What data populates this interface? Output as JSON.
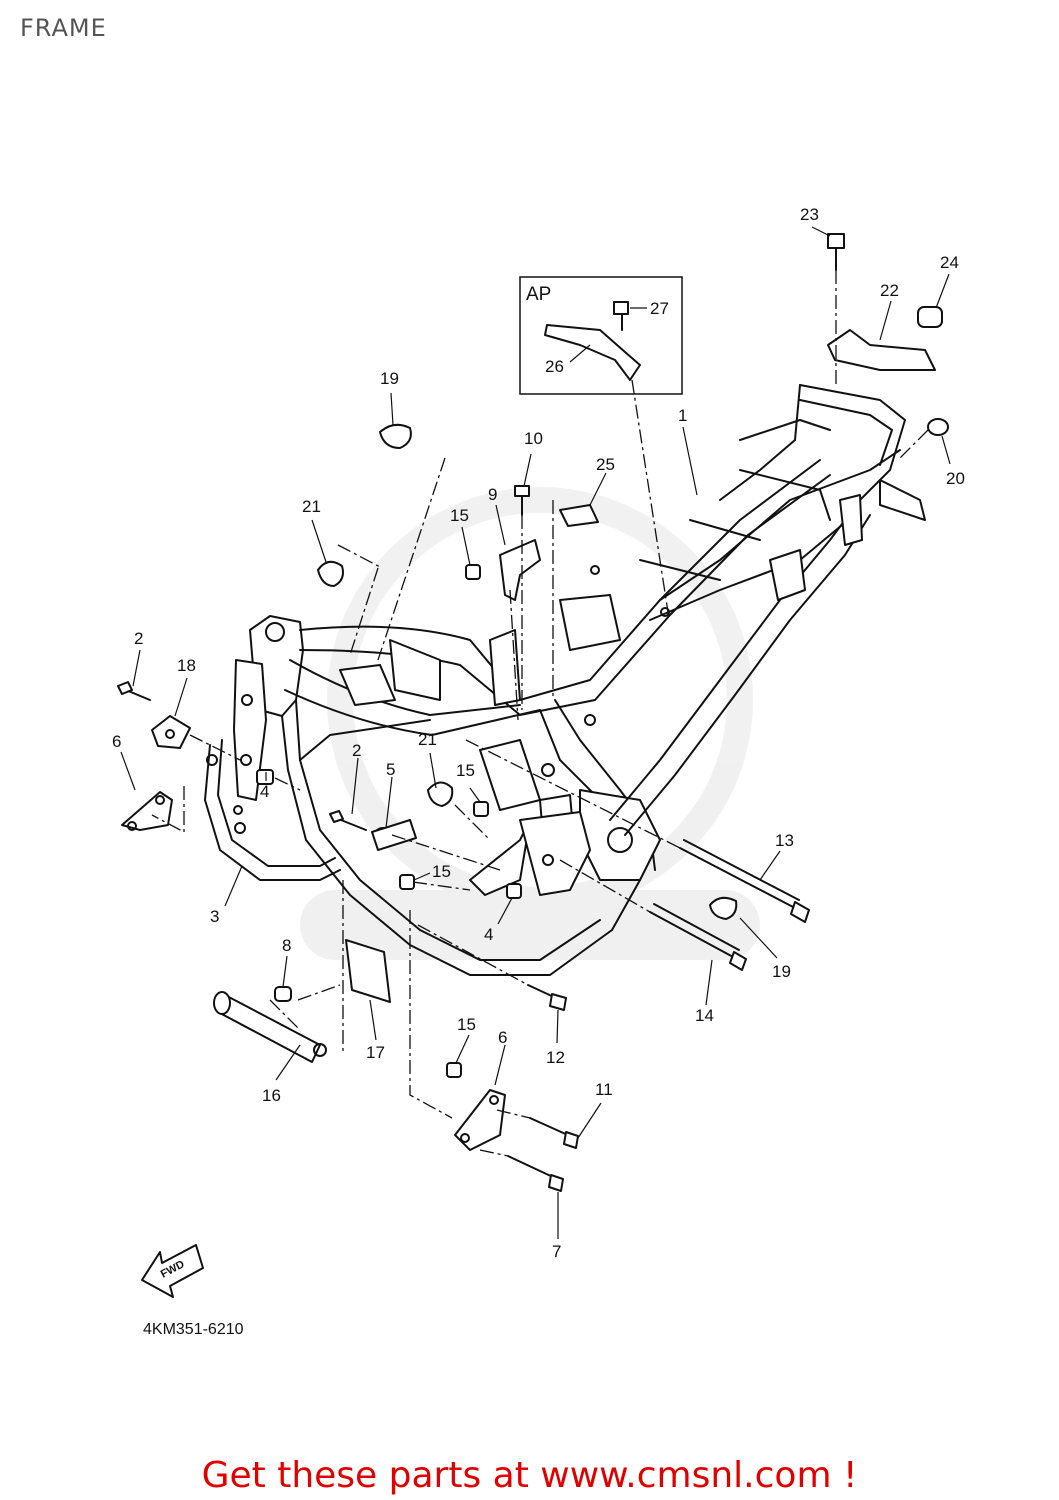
{
  "header": {
    "title": "FRAME"
  },
  "callouts": [
    {
      "id": "c1",
      "text": "1"
    },
    {
      "id": "c2a",
      "text": "2"
    },
    {
      "id": "c2b",
      "text": "2"
    },
    {
      "id": "c3",
      "text": "3"
    },
    {
      "id": "c4a",
      "text": "4"
    },
    {
      "id": "c4b",
      "text": "4"
    },
    {
      "id": "c5",
      "text": "5"
    },
    {
      "id": "c6a",
      "text": "6"
    },
    {
      "id": "c6b",
      "text": "6"
    },
    {
      "id": "c7",
      "text": "7"
    },
    {
      "id": "c8",
      "text": "8"
    },
    {
      "id": "c9",
      "text": "9"
    },
    {
      "id": "c10",
      "text": "10"
    },
    {
      "id": "c11",
      "text": "11"
    },
    {
      "id": "c12",
      "text": "12"
    },
    {
      "id": "c13",
      "text": "13"
    },
    {
      "id": "c14",
      "text": "14"
    },
    {
      "id": "c15a",
      "text": "15"
    },
    {
      "id": "c15b",
      "text": "15"
    },
    {
      "id": "c15c",
      "text": "15"
    },
    {
      "id": "c15d",
      "text": "15"
    },
    {
      "id": "c16",
      "text": "16"
    },
    {
      "id": "c17",
      "text": "17"
    },
    {
      "id": "c18",
      "text": "18"
    },
    {
      "id": "c19a",
      "text": "19"
    },
    {
      "id": "c19b",
      "text": "19"
    },
    {
      "id": "c20",
      "text": "20"
    },
    {
      "id": "c21a",
      "text": "21"
    },
    {
      "id": "c21b",
      "text": "21"
    },
    {
      "id": "c22",
      "text": "22"
    },
    {
      "id": "c23",
      "text": "23"
    },
    {
      "id": "c24",
      "text": "24"
    },
    {
      "id": "c25",
      "text": "25"
    },
    {
      "id": "c26",
      "text": "26"
    },
    {
      "id": "c27",
      "text": "27"
    }
  ],
  "inset": {
    "label": "AP"
  },
  "fwd_arrow": {
    "label": "FWD",
    "icon": "fwd-arrow-icon"
  },
  "drawing_code": "4KM351-6210",
  "footer": {
    "link_text": "Get these parts at www.cmsnl.com !",
    "link_color": "#e00000"
  }
}
